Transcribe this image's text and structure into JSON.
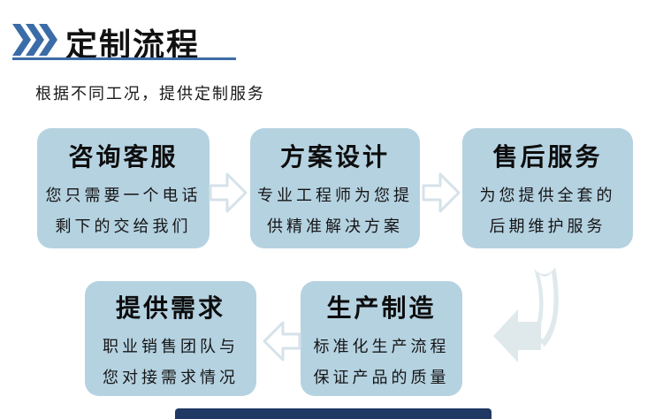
{
  "section": {
    "title": "定制流程",
    "subtitle": "根据不同工况，提供定制服务"
  },
  "colors": {
    "accent_blue": "#3b6ca8",
    "box_fill": "#b5d2e1",
    "arrow_outline": "#d6e2e9",
    "turn_arrow_fill": "#dfe9ec",
    "bottom_bar": "#1f3864",
    "text": "#111111"
  },
  "icons": {
    "header": "triple-chevron-right-icon",
    "between_top_boxes": "hollow-arrow-right-icon",
    "row_transition": "ribbon-arrow-down-left-icon",
    "between_bottom_boxes": "hollow-arrow-left-icon"
  },
  "flow": {
    "top_row": [
      {
        "title": "咨询客服",
        "desc1": "您只需要一个电话",
        "desc2": "剩下的交给我们"
      },
      {
        "title": "方案设计",
        "desc1": "专业工程师为您提",
        "desc2": "供精准解决方案"
      },
      {
        "title": "售后服务",
        "desc1": "为您提供全套的",
        "desc2": "后期维护服务"
      }
    ],
    "bottom_row": [
      {
        "title": "提供需求",
        "desc1": "职业销售团队与",
        "desc2": "您对接需求情况"
      },
      {
        "title": "生产制造",
        "desc1": "标准化生产流程",
        "desc2": "保证产品的质量"
      }
    ]
  }
}
